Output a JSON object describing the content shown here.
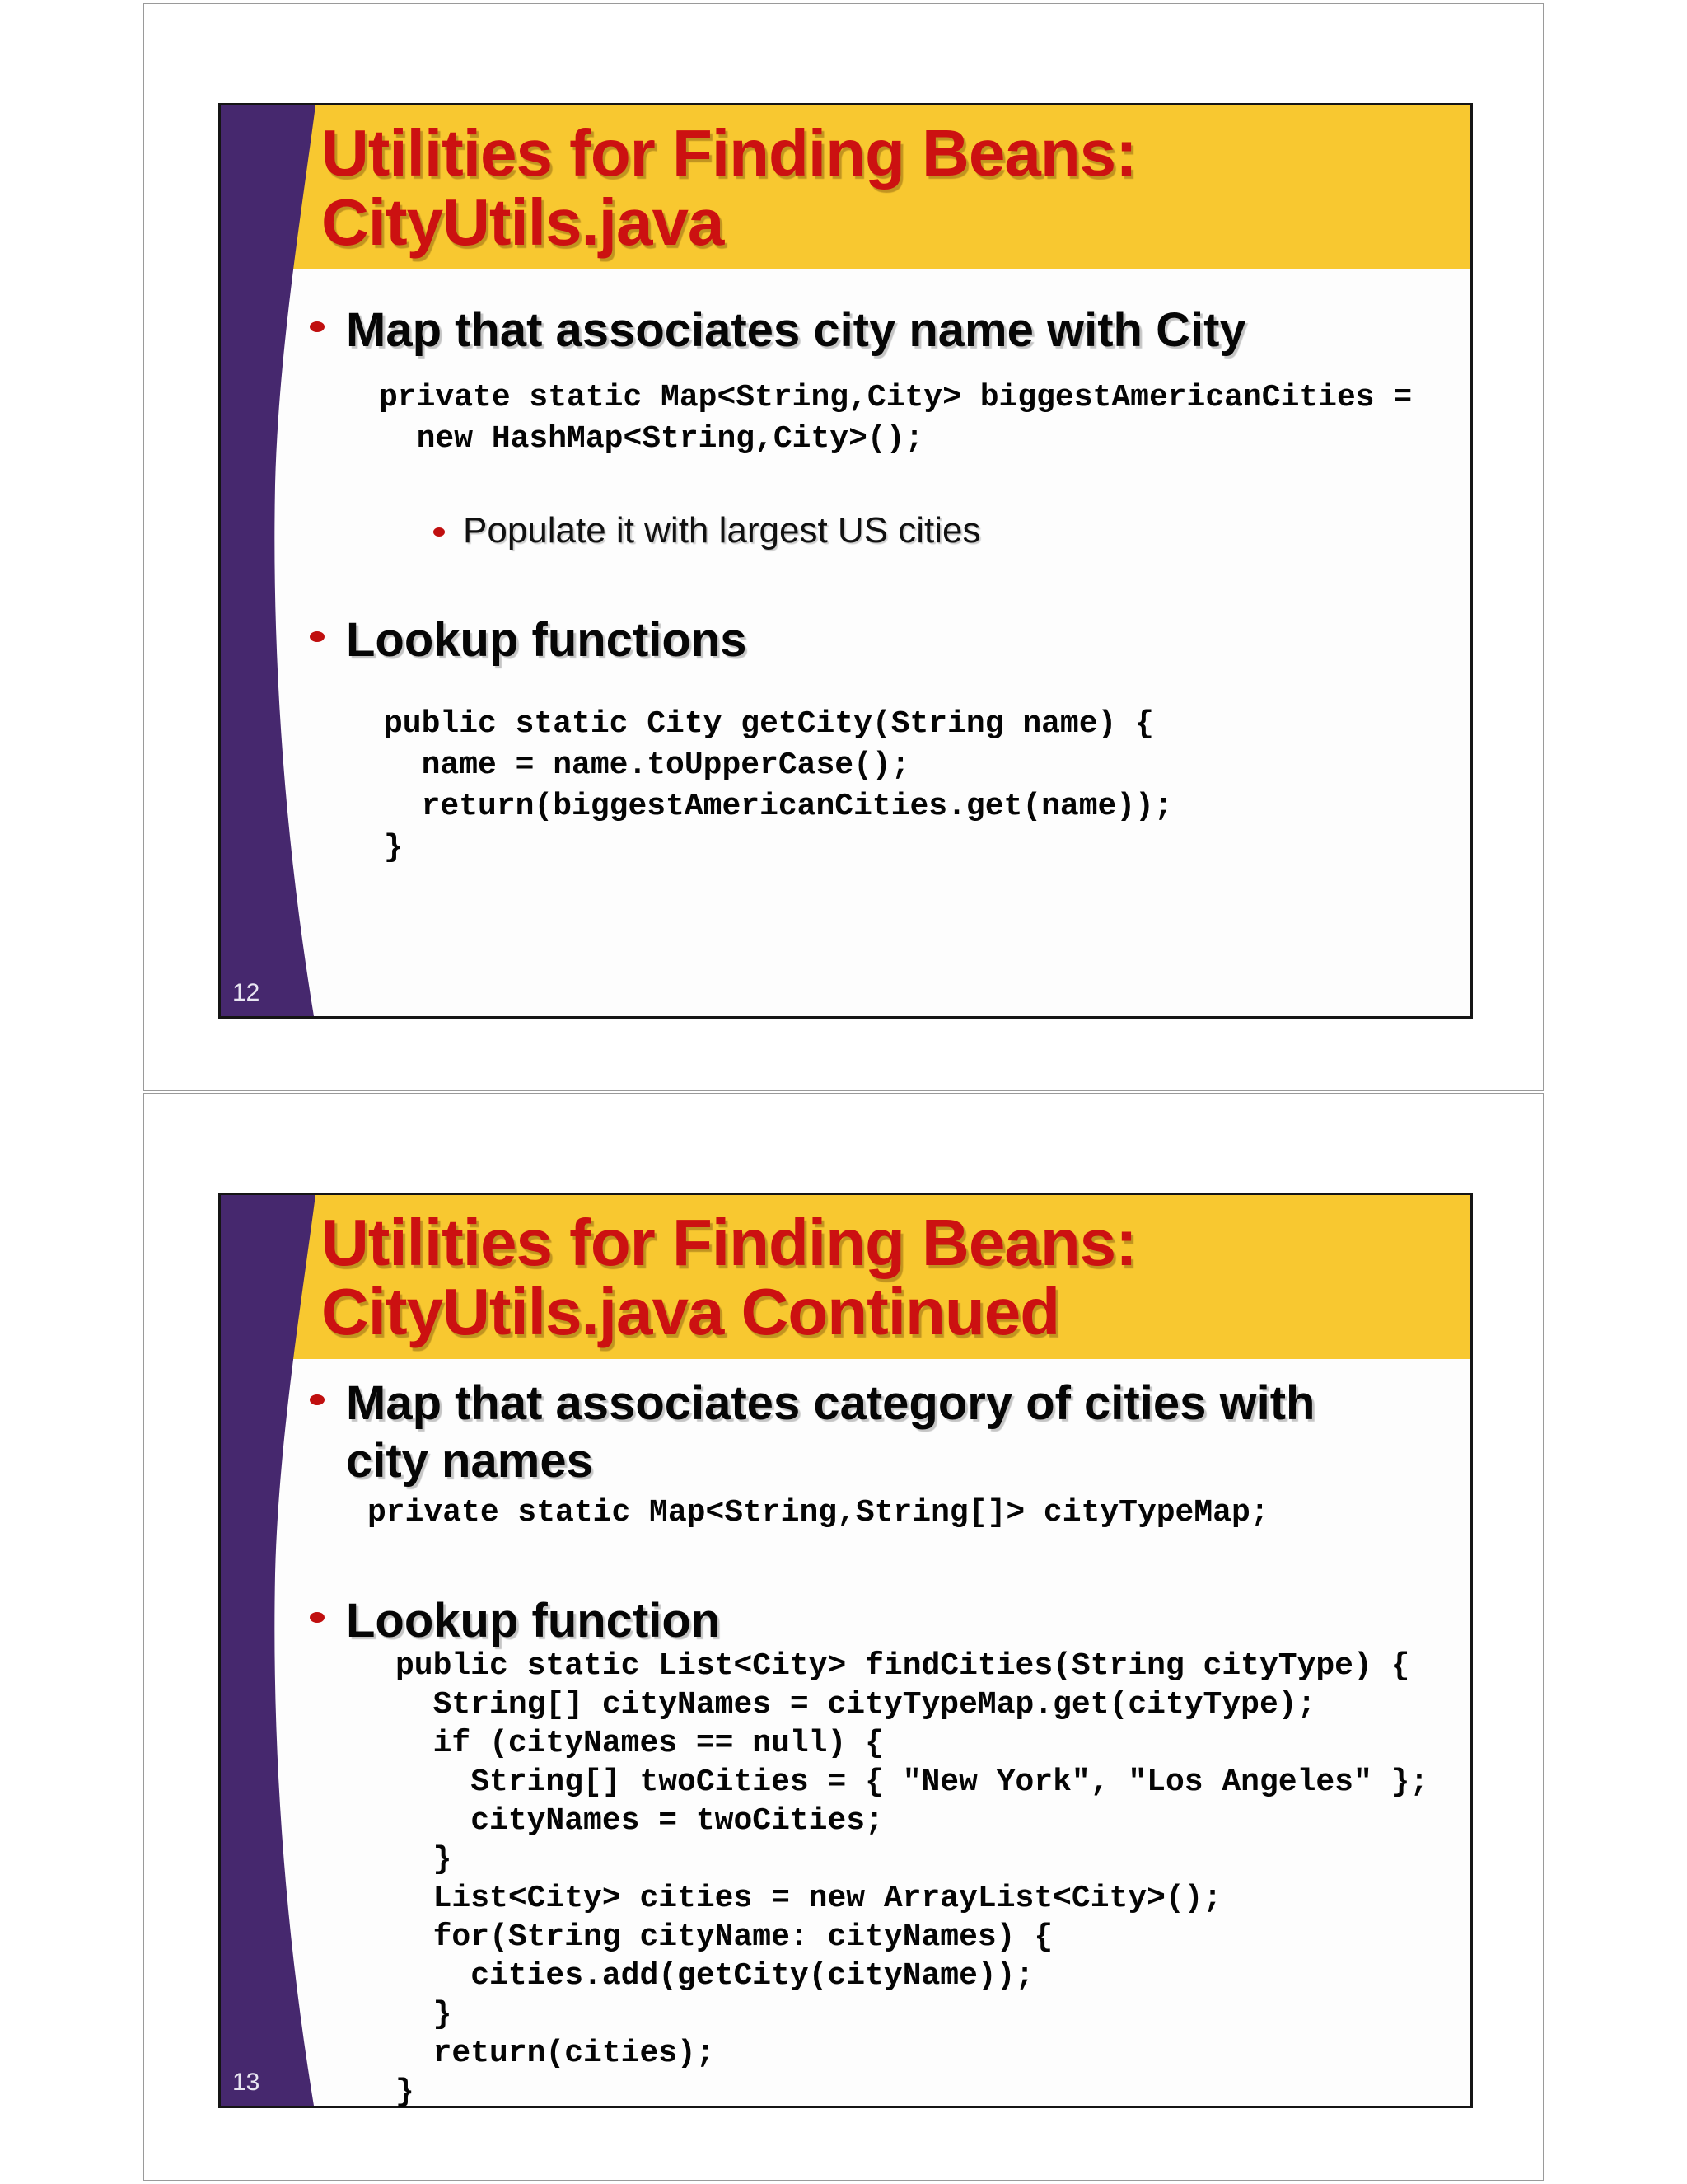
{
  "colors": {
    "sidebar_purple": "#46286E",
    "banner_yellow": "#F8C830",
    "title_red": "#CC1111",
    "bullet_red": "#C00F0F",
    "slide_border": "#151515"
  },
  "slides": [
    {
      "page_number": "12",
      "title": "Utilities for Finding Beans:\nCityUtils.java",
      "bullet1": "Map that associates city name with City",
      "code1": "private static Map<String,City> biggestAmericanCities =\n  new HashMap<String,City>();",
      "sub_bullet1": "Populate it with largest US cities",
      "bullet2": "Lookup functions",
      "code2": "public static City getCity(String name) {\n  name = name.toUpperCase();\n  return(biggestAmericanCities.get(name));\n}"
    },
    {
      "page_number": "13",
      "title": "Utilities for Finding Beans:\nCityUtils.java Continued",
      "bullet1": "Map that associates category of cities with\ncity names",
      "code1": "private static Map<String,String[]> cityTypeMap;",
      "bullet2": "Lookup function",
      "code2": "public static List<City> findCities(String cityType) {\n  String[] cityNames = cityTypeMap.get(cityType);\n  if (cityNames == null) {\n    String[] twoCities = { \"New York\", \"Los Angeles\" };\n    cityNames = twoCities;\n  }\n  List<City> cities = new ArrayList<City>();\n  for(String cityName: cityNames) {\n    cities.add(getCity(cityName));\n  }\n  return(cities);\n}"
    }
  ]
}
